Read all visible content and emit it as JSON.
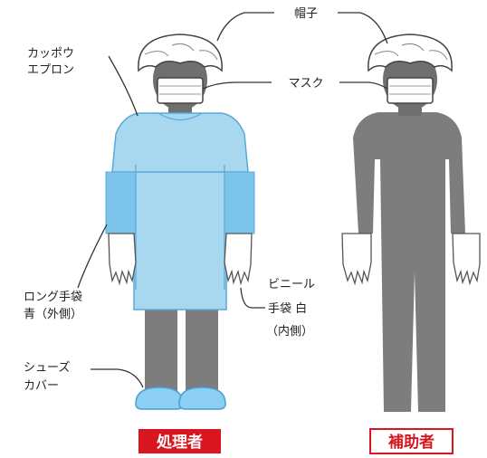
{
  "labels": {
    "cap": "帽子",
    "mask": "マスク",
    "apron_line1": "カッポウ",
    "apron_line2": "エプロン",
    "long_glove_line1": "ロング手袋",
    "long_glove_line2": "青（外側）",
    "vinyl_glove_line1": "ビニール",
    "vinyl_glove_line2": "手袋 白",
    "vinyl_glove_line3": "（内側）",
    "shoe_cover_line1": "シューズ",
    "shoe_cover_line2": "カバー"
  },
  "roles": {
    "handler": "処理者",
    "assistant": "補助者"
  },
  "colors": {
    "apron": "#a8d8f0",
    "long_glove": "#7cc4ec",
    "shoe_cover": "#8ccff2",
    "body_gray": "#7d7d7d",
    "head_gray": "#6f6f6f",
    "role_red": "#d9161f"
  }
}
